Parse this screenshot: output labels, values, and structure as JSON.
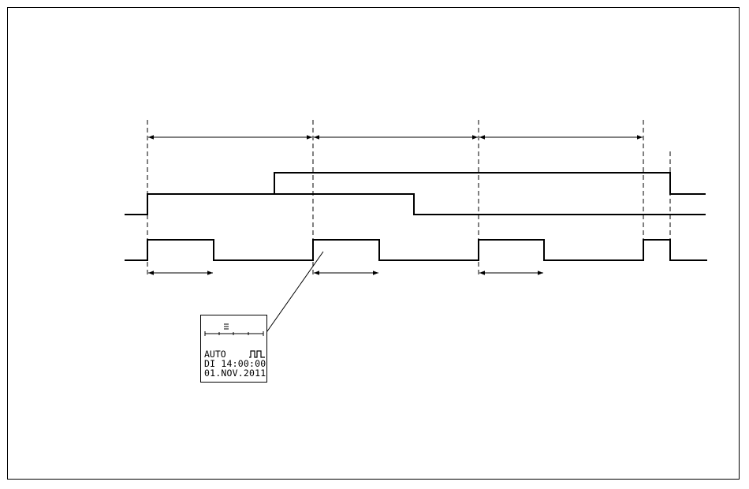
{
  "display": {
    "mode": "AUTO",
    "datetime_line": "DI 14:00:00",
    "date_line": "01.NOV.2011",
    "mode_icon": "pulse-icon",
    "menu_icon": "menu-lines-icon"
  },
  "colors": {
    "line": "#000000",
    "background": "#ffffff"
  }
}
